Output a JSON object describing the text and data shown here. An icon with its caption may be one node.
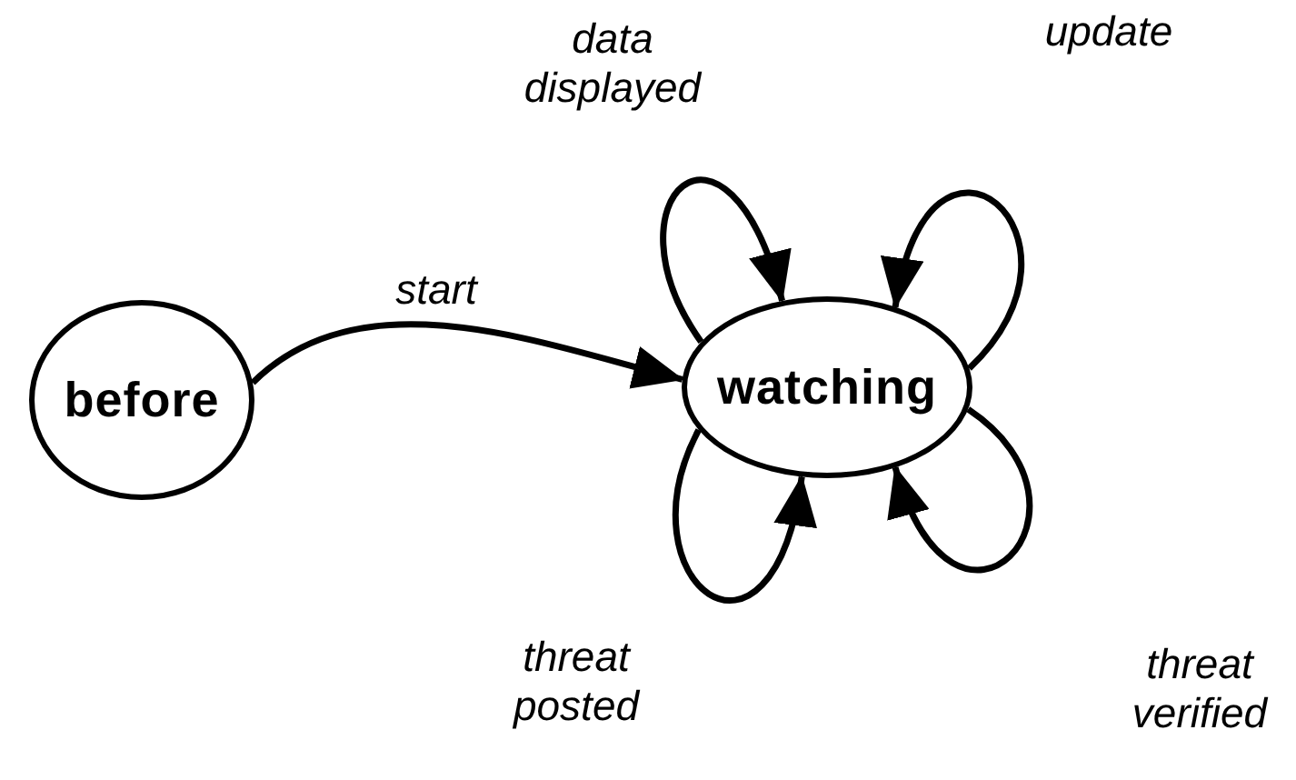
{
  "diagram": {
    "nodes": [
      {
        "text": [
          "before"
        ]
      },
      {
        "text": [
          "watching"
        ]
      }
    ],
    "edges": [
      {
        "from": 0,
        "to": 1,
        "arrow": "to",
        "label": "start"
      },
      {
        "from": 1,
        "to": 1,
        "arrow": "to",
        "label": "data displayed"
      },
      {
        "from": 1,
        "to": 1,
        "arrow": "to",
        "label": "update"
      },
      {
        "from": 1,
        "to": 1,
        "arrow": "to",
        "label": "threat posted"
      },
      {
        "from": 1,
        "to": 1,
        "arrow": "to",
        "label": "threat verified"
      }
    ]
  }
}
